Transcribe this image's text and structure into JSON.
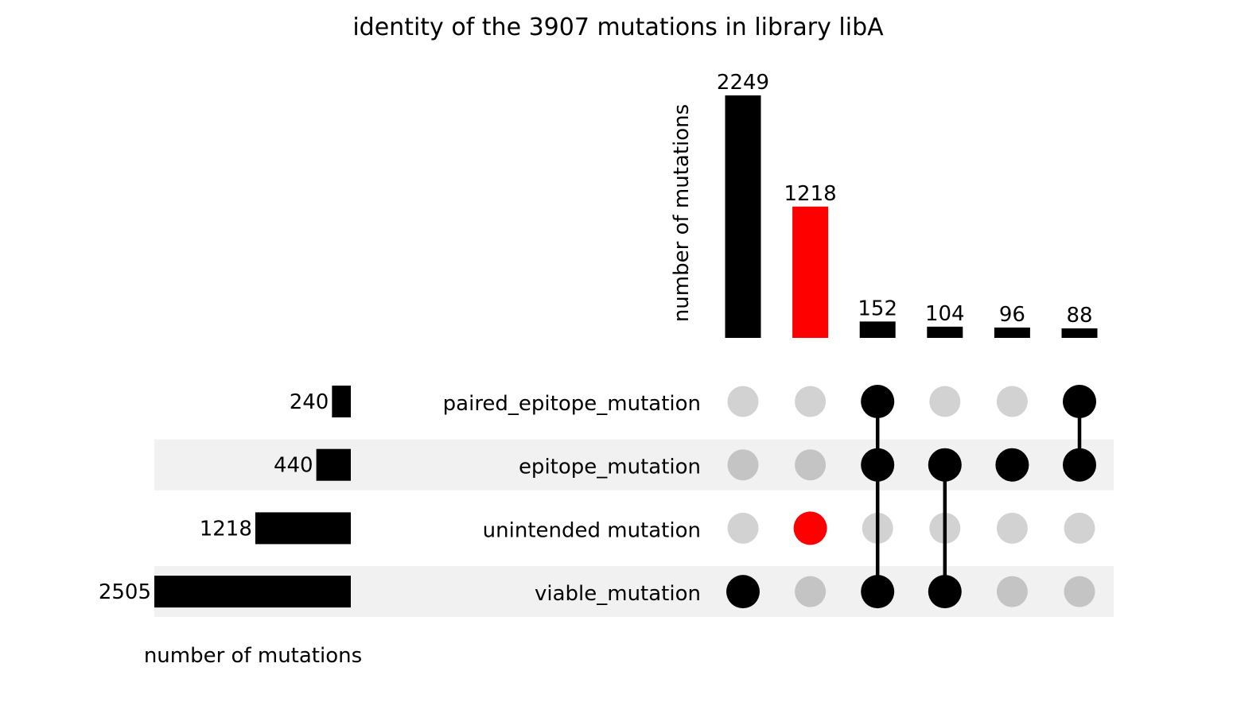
{
  "chart_data": {
    "type": "upset",
    "title": "identity of the 3907 mutations in library libA",
    "sets": [
      {
        "name": "paired_epitope_mutation",
        "size": 240
      },
      {
        "name": "epitope_mutation",
        "size": 440
      },
      {
        "name": "unintended mutation",
        "size": 1218
      },
      {
        "name": "viable_mutation",
        "size": 2505
      }
    ],
    "intersections": [
      {
        "members": [
          "viable_mutation"
        ],
        "count": 2249,
        "highlight": false
      },
      {
        "members": [
          "unintended mutation"
        ],
        "count": 1218,
        "highlight": true
      },
      {
        "members": [
          "paired_epitope_mutation",
          "epitope_mutation",
          "viable_mutation"
        ],
        "count": 152,
        "highlight": false
      },
      {
        "members": [
          "epitope_mutation",
          "viable_mutation"
        ],
        "count": 104,
        "highlight": false
      },
      {
        "members": [
          "epitope_mutation"
        ],
        "count": 96,
        "highlight": false
      },
      {
        "members": [
          "paired_epitope_mutation",
          "epitope_mutation"
        ],
        "count": 88,
        "highlight": false
      }
    ],
    "intersection_ylabel": "number of mutations",
    "set_size_xlabel": "number of mutations",
    "grid": false,
    "legend": null
  },
  "colors": {
    "bar": "#000000",
    "highlight": "#ff0000",
    "dot_inactive": "#d2d2d2",
    "dot_inactive_shaded": "#c4c4c4",
    "row_shade": "#f1f1f1"
  }
}
